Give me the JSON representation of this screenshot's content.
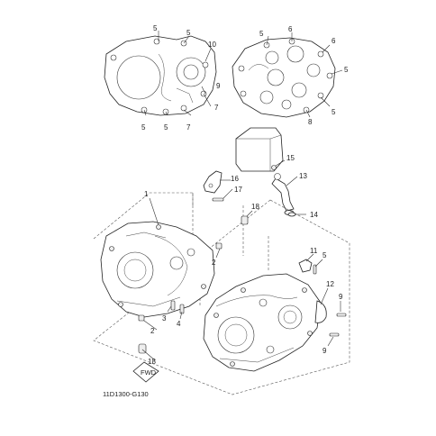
{
  "diagram_code": "11D1300-G130",
  "front_arrow_label": "FWD",
  "callouts": {
    "c1": "1",
    "c2a": "2",
    "c2b": "2",
    "c3": "3",
    "c4": "4",
    "c5a": "5",
    "c5b": "5",
    "c5c": "5",
    "c5d": "5",
    "c5e": "5",
    "c5f": "5",
    "c5g": "5",
    "c5h": "5",
    "c6a": "6",
    "c6b": "6",
    "c7a": "7",
    "c7b": "7",
    "c8": "8",
    "c9a": "9",
    "c9b": "9",
    "c9c": "9",
    "c10": "10",
    "c11": "11",
    "c12": "12",
    "c13": "13",
    "c14": "14",
    "c15": "15",
    "c16": "16",
    "c17": "17",
    "c18a": "18",
    "c18b": "18"
  }
}
